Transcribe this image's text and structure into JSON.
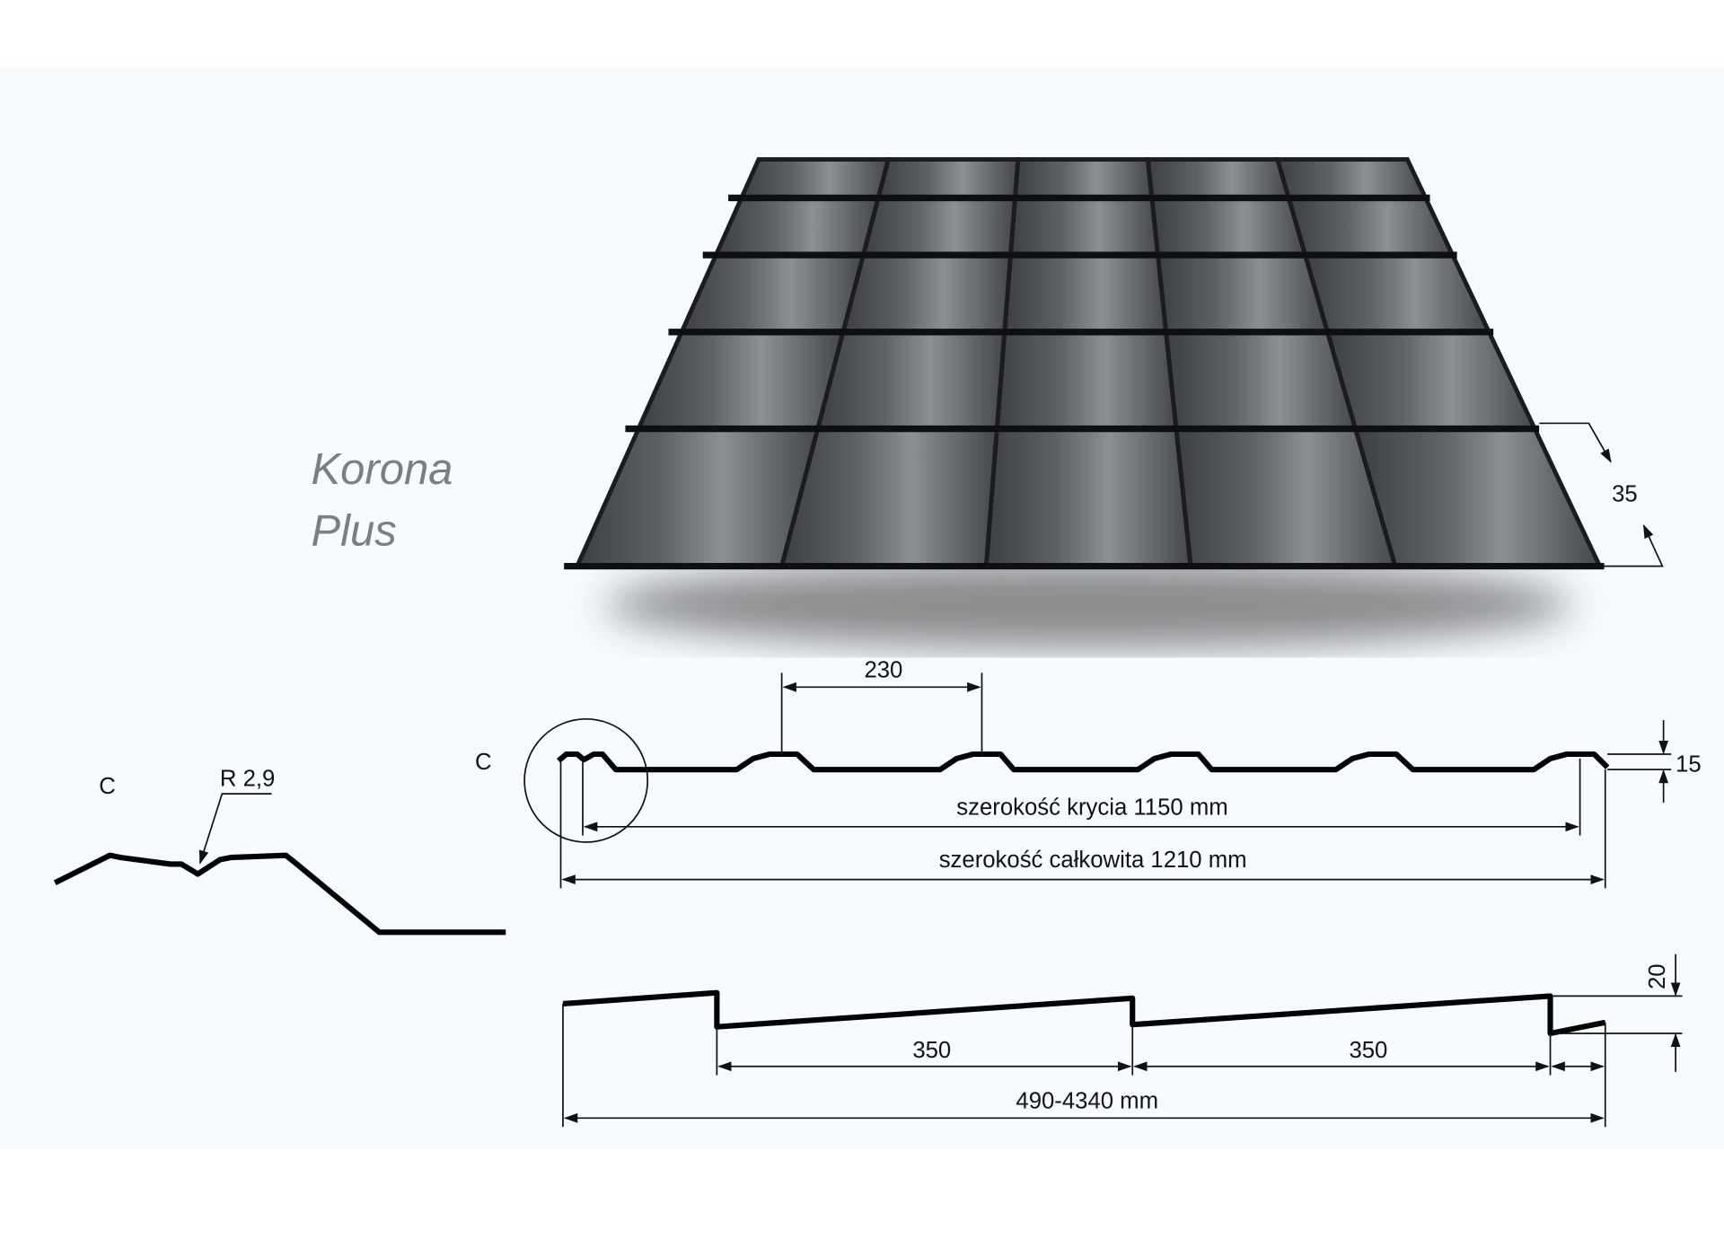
{
  "product": {
    "name_line1": "Korona",
    "name_line2": "Plus"
  },
  "colors": {
    "background": "#f6fbfe",
    "tile": "#4a4f53",
    "line": "#111111"
  },
  "dimensions": {
    "step_height": "35",
    "module_width": "230",
    "profile_height": "15",
    "detail_label_left": "C",
    "detail_label_right": "C",
    "radius": "R 2,9",
    "cover_width": "szerokość krycia 1150 mm",
    "total_width": "szerokość całkowita 1210 mm",
    "step_rise": "20",
    "module_length_1": "350",
    "module_length_2": "350",
    "sheet_length": "490-4340 mm"
  }
}
